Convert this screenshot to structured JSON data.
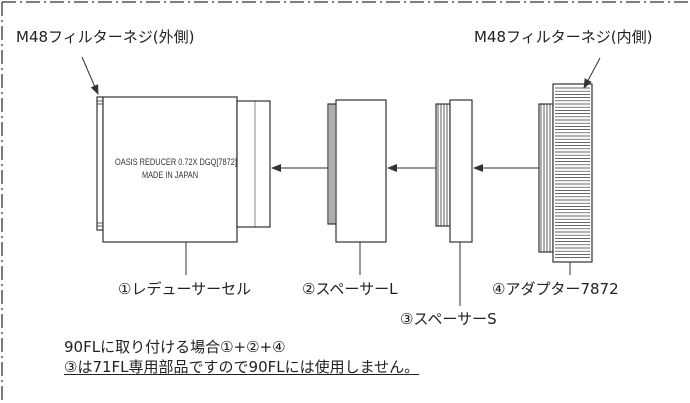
{
  "labels": {
    "filter_thread_outer": "M48フィルターネジ(外側)",
    "filter_thread_inner": "M48フィルターネジ(内側)",
    "reducer_cell": "①レデューサーセル",
    "spacer_l": "②スペーサーL",
    "spacer_s": "③スペーサーS",
    "adapter": "④アダプター7872"
  },
  "engraving": {
    "line1": "OASIS REDUCER 0.72X DGQ[7872]",
    "line2": "MADE IN JAPAN"
  },
  "notes": {
    "line1": "90FLに取り付ける場合①+②+④",
    "line2": "③は71FL専用部品ですので90FLには使用しません。"
  },
  "colors": {
    "line": "#333333",
    "frame_dash": "#555555",
    "text": "#222222"
  }
}
